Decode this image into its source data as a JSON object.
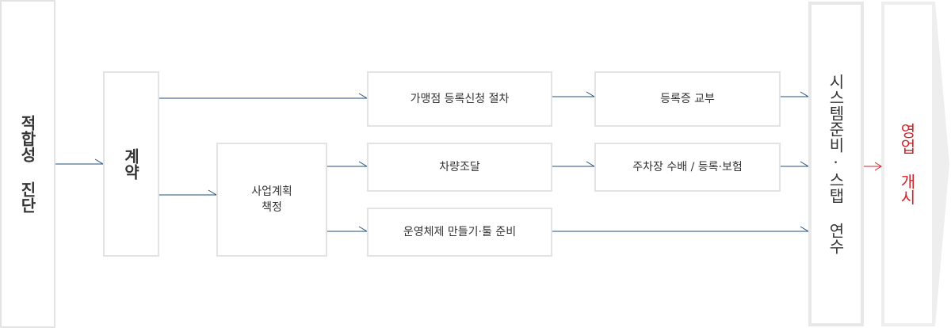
{
  "steps": {
    "diagnosis": "적합성 진단",
    "contract": "계약",
    "business_plan": "사업계획\n책정",
    "merchant_registration": "가맹점 등록신청 절차",
    "registration_issue": "등록증 교부",
    "vehicle_procurement": "차량조달",
    "parking_registration": "주차장 수배 / 등록·보험",
    "operation_prep": "운영체제 만들기·툴 준비",
    "system_training": "시스템준비·스탭 연수",
    "open_business": "영업 개시"
  },
  "colors": {
    "box_border": "#e3e3e3",
    "arrow": "#1f4e79",
    "arrow_red": "#d2232a",
    "chevron": "#eeeeee"
  }
}
